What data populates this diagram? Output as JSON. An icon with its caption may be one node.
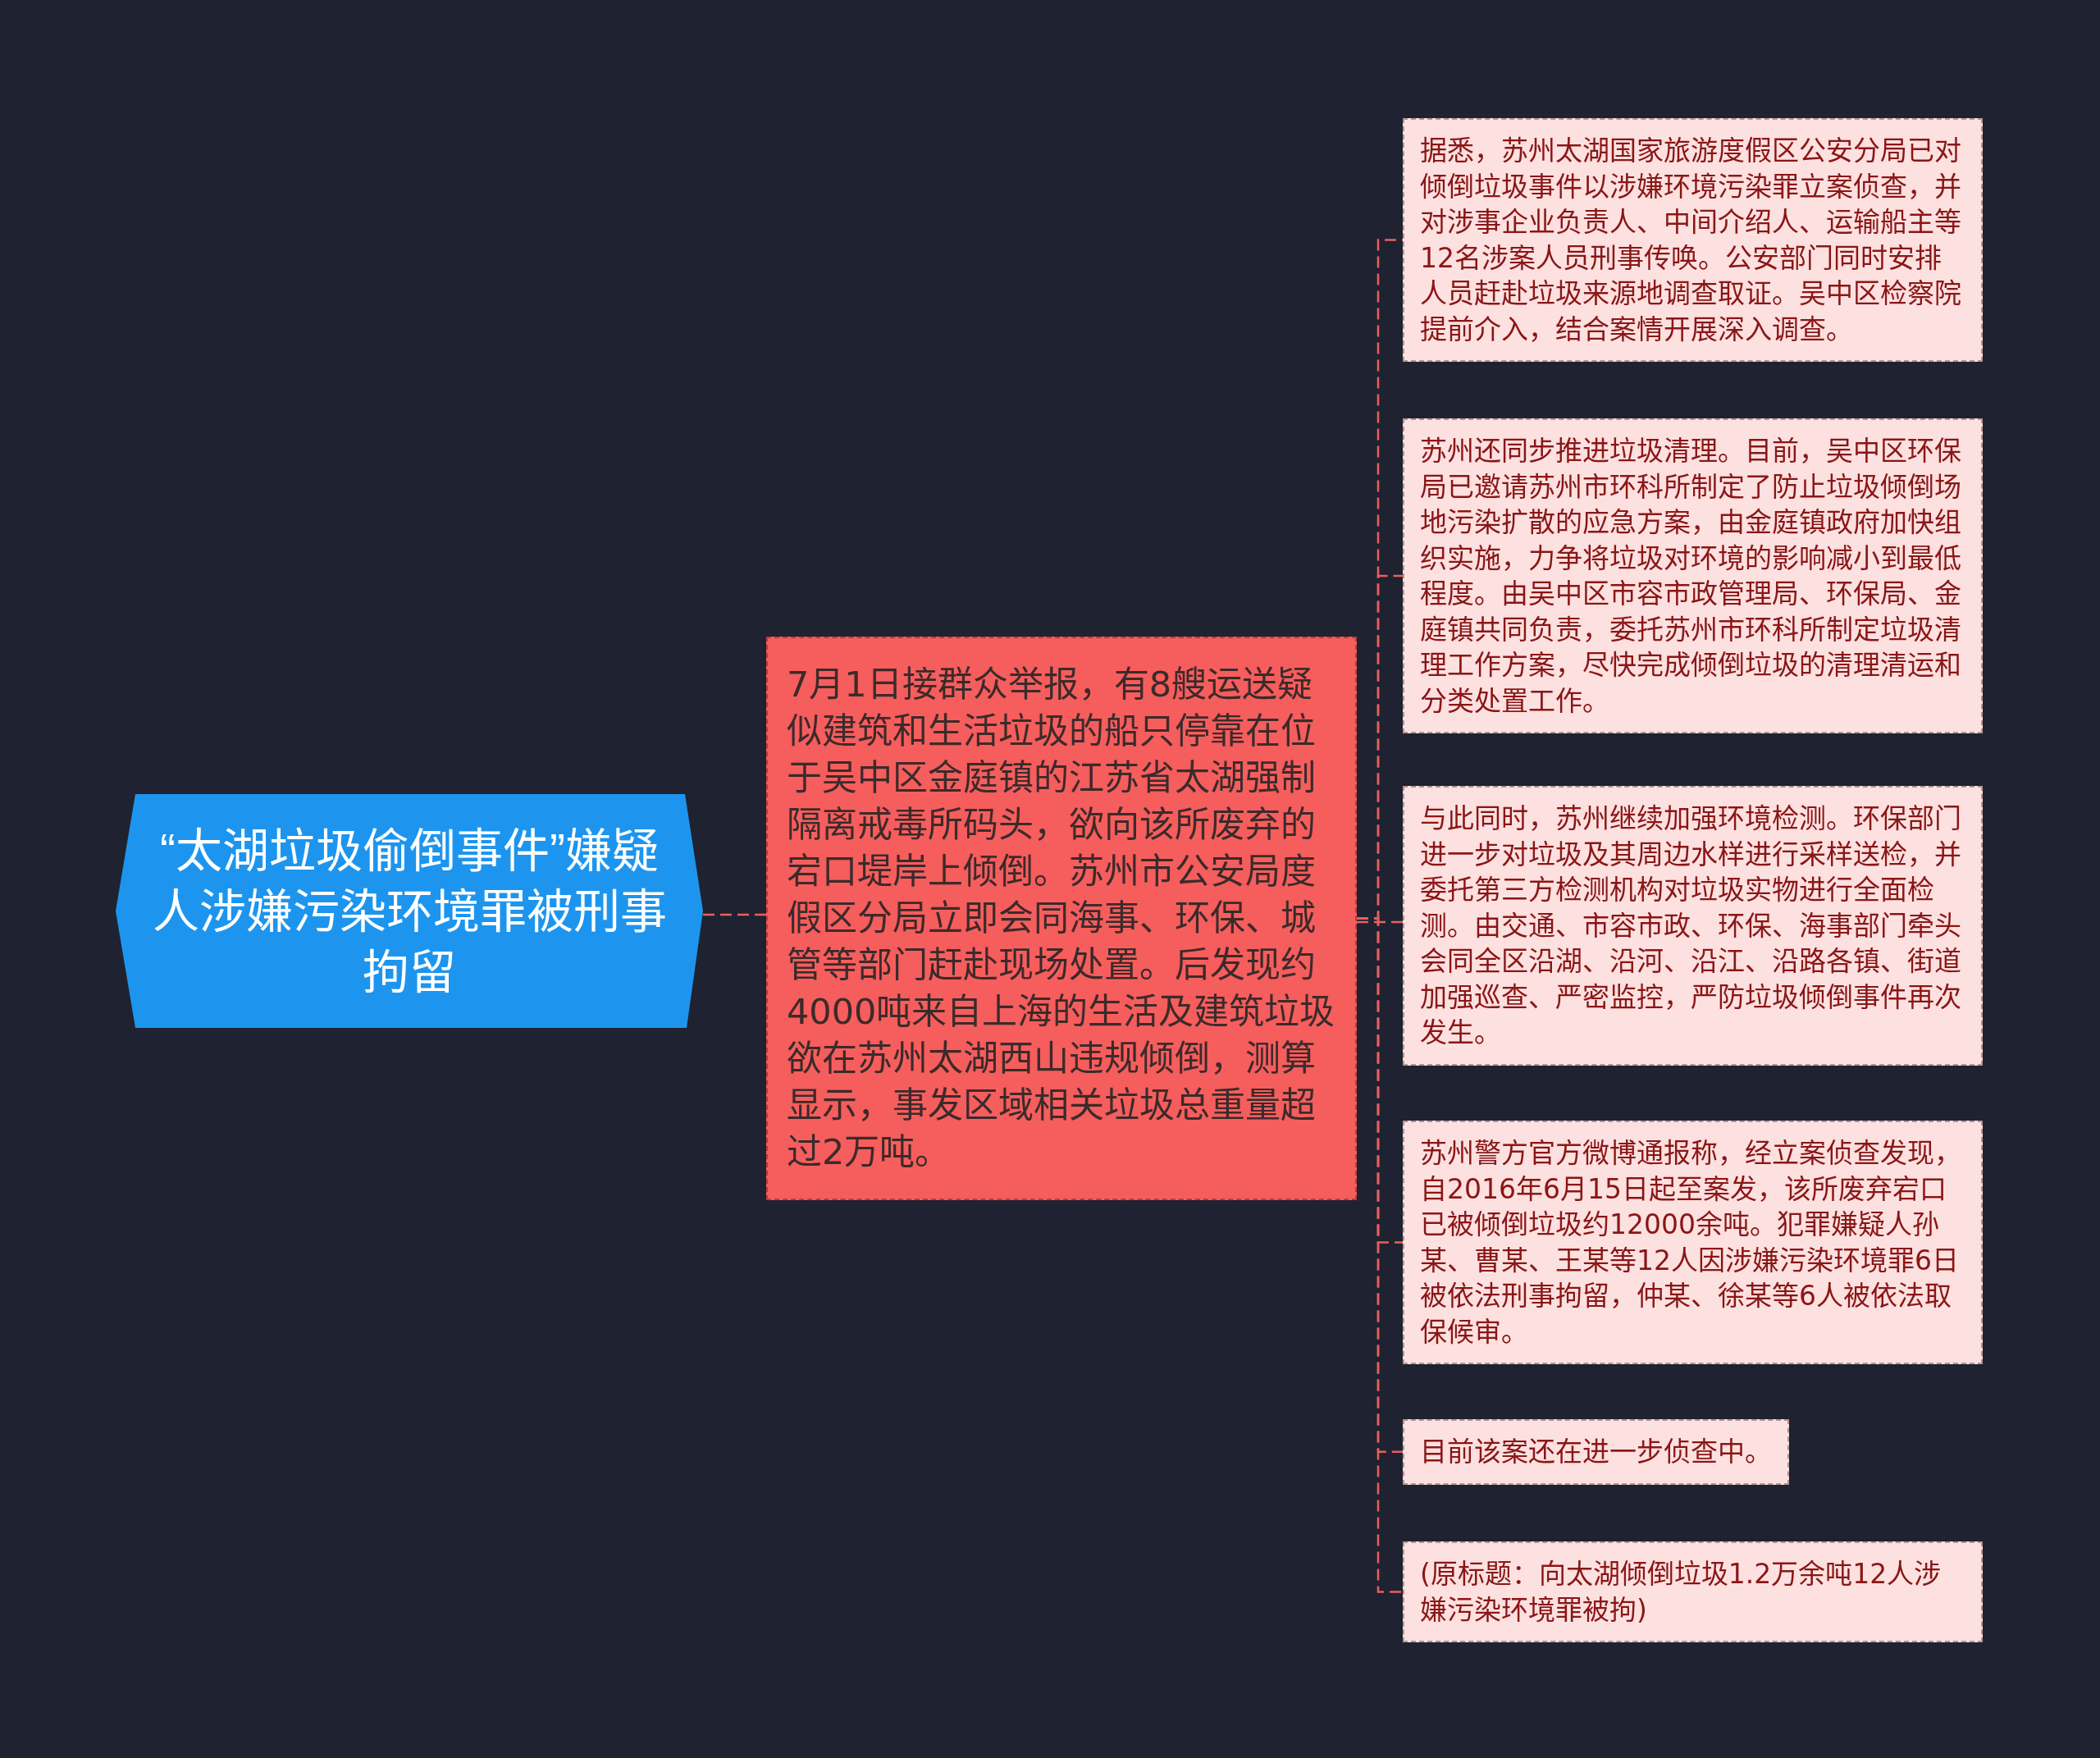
{
  "diagram": {
    "nodes": [
      {
        "text": [
          "“太湖垃圾偷倒事件”嫌疑人涉嫌污染环境罪被刑事拘留"
        ]
      },
      {
        "text": [
          "7月1日接群众举报，有8艘运送疑似建筑和生活垃圾的船只停靠在位于吴中区金庭镇的江苏省太湖强制隔离戒毒所码头，欲向该所废弃的宕口堤岸上倾倒。苏州市公安局度假区分局立即会同海事、环保、城管等部门赶赴现场处置。后发现约4000吨来自上海的生活及建筑垃圾欲在苏州太湖西山违规倾倒，测算显示，事发区域相关垃圾总重量超过2万吨。"
        ]
      },
      {
        "text": [
          "据悉，苏州太湖国家旅游度假区公安分局已对倾倒垃圾事件以涉嫌环境污染罪立案侦查，并对涉事企业负责人、中间介绍人、运输船主等12名涉案人员刑事传唤。公安部门同时安排人员赶赴垃圾来源地调查取证。吴中区检察院提前介入，结合案情开展深入调查。"
        ]
      },
      {
        "text": [
          "苏州还同步推进垃圾清理。目前，吴中区环保局已邀请苏州市环科所制定了防止垃圾倾倒场地污染扩散的应急方案，由金庭镇政府加快组织实施，力争将垃圾对环境的影响减小到最低程度。由吴中区市容市政管理局、环保局、金庭镇共同负责，委托苏州市环科所制定垃圾清理工作方案，尽快完成倾倒垃圾的清理清运和分类处置工作。"
        ]
      },
      {
        "text": [
          "与此同时，苏州继续加强环境检测。环保部门进一步对垃圾及其周边水样进行采样送检，并委托第三方检测机构对垃圾实物进行全面检测。由交通、市容市政、环保、海事部门牵头会同全区沿湖、沿河、沿江、沿路各镇、街道加强巡查、严密监控，严防垃圾倾倒事件再次发生。"
        ]
      },
      {
        "text": [
          "苏州警方官方微博通报称，经立案侦查发现，自2016年6月15日起至案发，该所废弃宕口已被倾倒垃圾约12000余吨。犯罪嫌疑人孙某、曹某、王某等12人因涉嫌污染环境罪6日被依法刑事拘留，仲某、徐某等6人被依法取保候审。"
        ]
      },
      {
        "text": [
          "目前该案还在进一步侦查中。"
        ]
      },
      {
        "text": [
          "(原标题：向太湖倾倒垃圾1.2万余吨12人涉嫌污染环境罪被拘)"
        ]
      }
    ],
    "edges": [
      {
        "from": 0,
        "to": 1,
        "arrow": "none",
        "style": "dashed"
      },
      {
        "from": 1,
        "to": 2,
        "arrow": "none",
        "style": "dashed"
      },
      {
        "from": 1,
        "to": 3,
        "arrow": "none",
        "style": "dashed"
      },
      {
        "from": 1,
        "to": 4,
        "arrow": "none",
        "style": "dashed"
      },
      {
        "from": 1,
        "to": 5,
        "arrow": "none",
        "style": "dashed"
      },
      {
        "from": 1,
        "to": 6,
        "arrow": "none",
        "style": "dashed"
      },
      {
        "from": 1,
        "to": 7,
        "arrow": "none",
        "style": "dashed"
      }
    ]
  }
}
